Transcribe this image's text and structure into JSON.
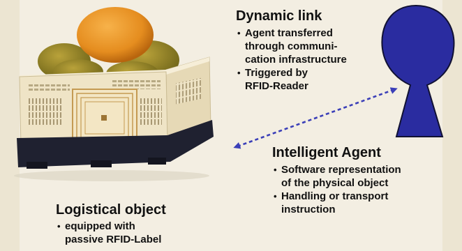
{
  "colors": {
    "background": "#f3eee2",
    "agent_figure": "#2a2ca0",
    "link_arrow": "#3b3fb8",
    "crate": "#efe4c6",
    "pallet": "#1f2130",
    "rfid_label": "#c49a52",
    "orange": "#e58d1f"
  },
  "icons": {
    "agent": "person-silhouette-icon",
    "object": "crate-with-oranges-image",
    "link": "dashed-double-arrow-icon"
  },
  "dynamic_link": {
    "title": "Dynamic link",
    "bullets": [
      "Agent transferred",
      "through communi-",
      "cation infrastructure",
      "Triggered by",
      "RFID-Reader"
    ]
  },
  "intelligent_agent": {
    "title": "Intelligent Agent",
    "bullets": [
      "Software representation",
      "of the physical object",
      "Handling or transport",
      "instruction"
    ]
  },
  "logistical_object": {
    "title": "Logistical object",
    "bullets": [
      "equipped with",
      "passive RFID-Label"
    ]
  }
}
